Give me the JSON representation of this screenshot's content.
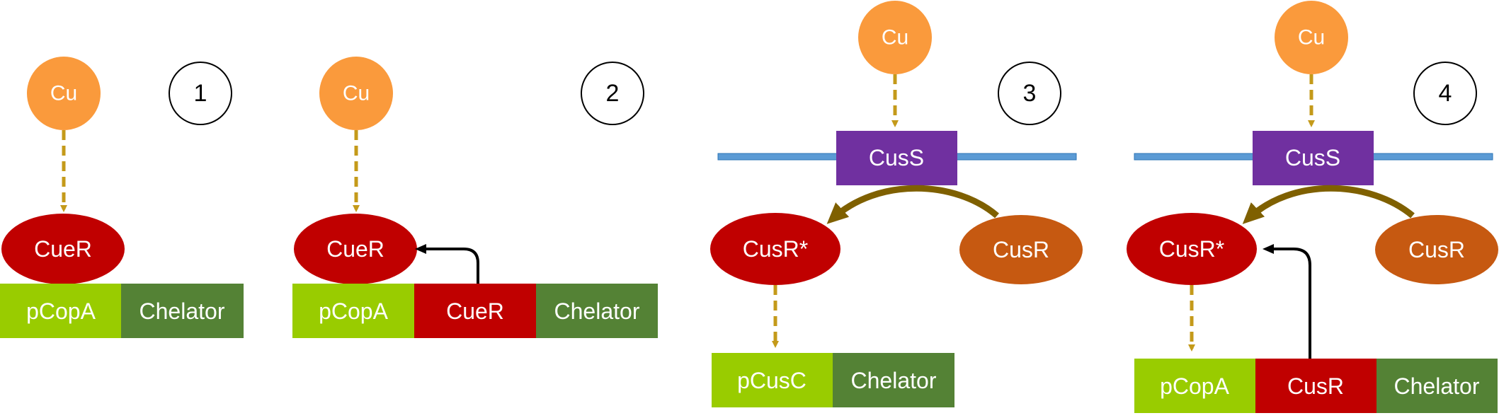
{
  "colors": {
    "copper": "#fa9a3c",
    "regulator_red": "#c00000",
    "regulator_orange": "#c65911",
    "promoter_green": "#99cc00",
    "chelator_green": "#548235",
    "gene_red": "#c00000",
    "sensor_purple": "#7030a0",
    "membrane_blue": "#5b9bd5",
    "dashed_arrow": "#c49a1a",
    "curved_arrow": "#7f6000",
    "solid_arrow": "#000000"
  },
  "panels": [
    {
      "number": "1",
      "copper": "Cu",
      "regulator": "CueR",
      "construct": [
        "pCopA",
        "Chelator"
      ]
    },
    {
      "number": "2",
      "copper": "Cu",
      "regulator": "CueR",
      "construct": [
        "pCopA",
        "CueR",
        "Chelator"
      ]
    },
    {
      "number": "3",
      "copper": "Cu",
      "sensor": "CusS",
      "active_regulator": "CusR*",
      "inactive_regulator": "CusR",
      "construct": [
        "pCusC",
        "Chelator"
      ]
    },
    {
      "number": "4",
      "copper": "Cu",
      "sensor": "CusS",
      "active_regulator": "CusR*",
      "inactive_regulator": "CusR",
      "construct": [
        "pCopA",
        "CusR",
        "Chelator"
      ]
    }
  ]
}
